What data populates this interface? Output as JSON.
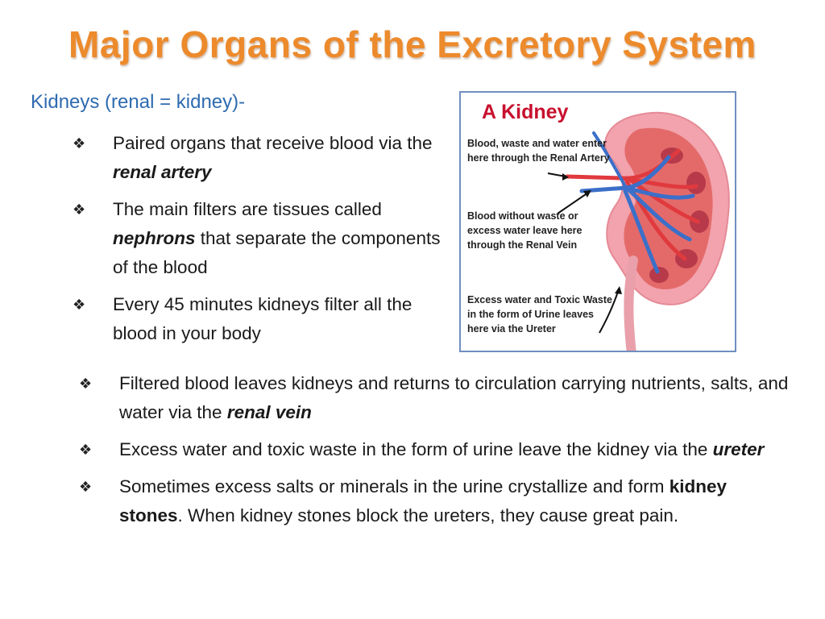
{
  "title": "Major Organs of the Excretory System",
  "intro": "Kidneys (renal = kidney)-",
  "top_bullets": [
    {
      "pre": "Paired organs that receive blood via the ",
      "kw": "renal artery",
      "post": ""
    },
    {
      "pre": "The main filters are tissues called ",
      "kw": "nephrons",
      "post": " that separate the components of the blood"
    },
    {
      "pre": "Every 45 minutes kidneys filter all the blood in your body",
      "kw": "",
      "post": ""
    }
  ],
  "bottom_bullets": [
    {
      "pre": "Filtered blood leaves kidneys and returns to circulation carrying nutrients, salts, and water via the ",
      "kw": "renal vein",
      "post": ""
    },
    {
      "pre": "Excess water and toxic waste in the form of urine leave the kidney via the ",
      "kw": "ureter",
      "post": ""
    },
    {
      "pre": "Sometimes excess salts or minerals in the urine crystallize and form ",
      "kw": "kidney stones",
      "post": ".  When kidney stones block the ureters, they cause great pain."
    }
  ],
  "bullet_symbol": "❖",
  "figure": {
    "title": "A Kidney",
    "label_artery": "Blood, waste and water enter here through the Renal Artery",
    "label_vein": "Blood without waste or excess water leave here through the Renal Vein",
    "label_ureter": "Excess water and Toxic Waste in the form of Urine leaves here via the Ureter"
  },
  "colors": {
    "title": "#ec8a2c",
    "intro": "#2e6bb0",
    "figure_title": "#c8102e",
    "kidney_outer": "#f2a3ad",
    "kidney_inner": "#d9534f",
    "artery": "#e03a3e",
    "vein": "#3b6fc9",
    "figure_border": "#6f8fc0"
  }
}
